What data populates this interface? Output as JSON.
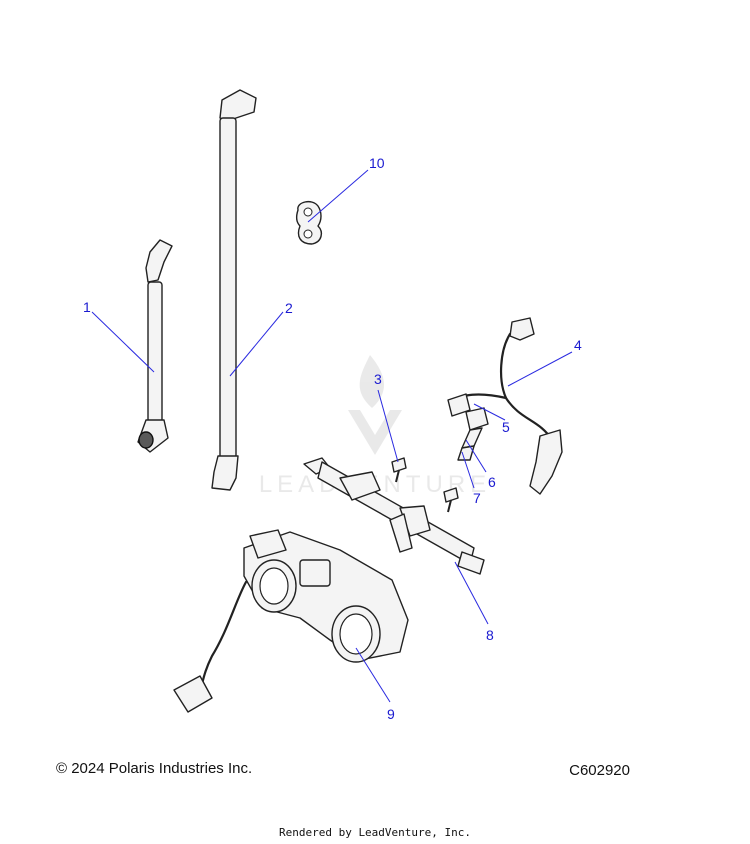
{
  "diagram": {
    "callouts": [
      {
        "id": "1",
        "label": "1"
      },
      {
        "id": "2",
        "label": "2"
      },
      {
        "id": "3",
        "label": "3"
      },
      {
        "id": "4",
        "label": "4"
      },
      {
        "id": "5",
        "label": "5"
      },
      {
        "id": "6",
        "label": "6"
      },
      {
        "id": "7",
        "label": "7"
      },
      {
        "id": "8",
        "label": "8"
      },
      {
        "id": "9",
        "label": "9"
      },
      {
        "id": "10",
        "label": "10"
      }
    ],
    "watermark": "LEADVENTURE",
    "colors": {
      "callout": "#1a1ad0",
      "leader": "#2a2ae0",
      "line": "#222222"
    }
  },
  "footer": {
    "copyright": "© 2024 Polaris Industries Inc.",
    "drawing_id": "C602920",
    "rendered_by": "Rendered by LeadVenture, Inc."
  }
}
